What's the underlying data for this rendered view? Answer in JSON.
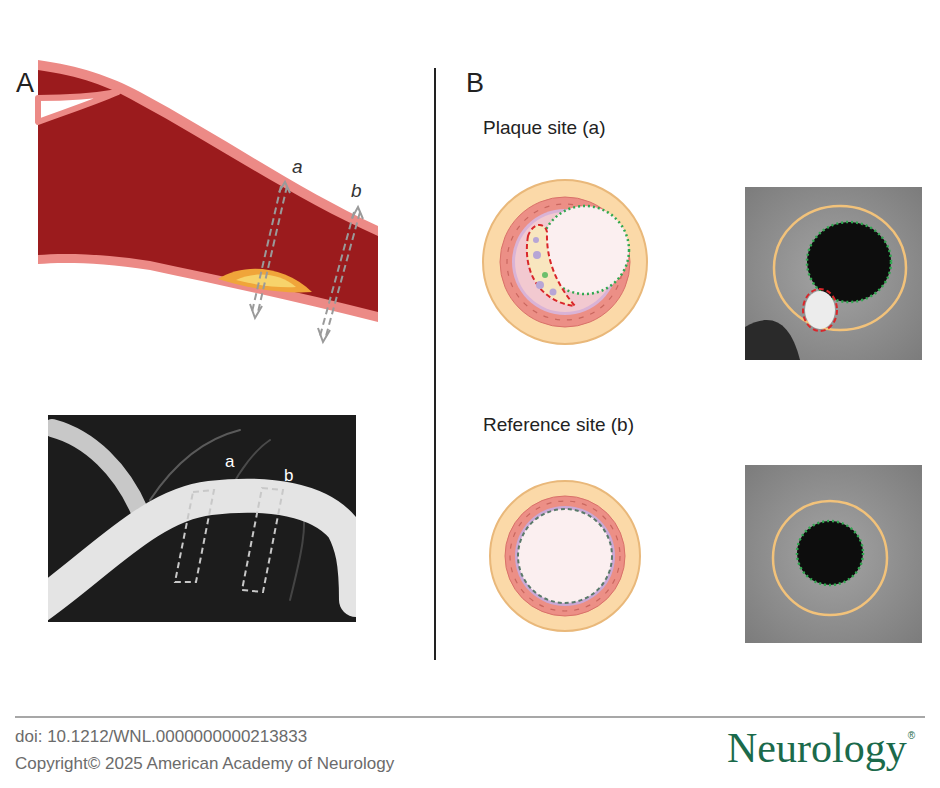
{
  "diagram": {
    "labels": [
      "A",
      "a",
      "b",
      "a",
      "b",
      "B",
      "Plaque site (a)",
      "Reference site (b)",
      "doi: 10.1212/WNL.0000000000213833",
      "Copyright© 2025 American Academy of Neurology",
      "Neurology",
      "®"
    ]
  }
}
